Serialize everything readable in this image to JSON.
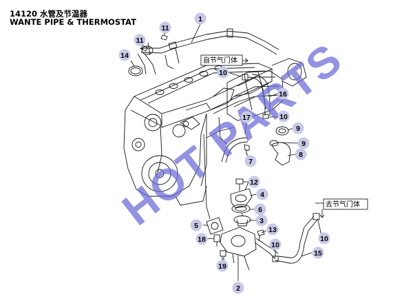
{
  "header": {
    "code_title": "14120 水管及节温器",
    "en_title": "WANTE PIPE & THERMOSTAT"
  },
  "labels": {
    "from_valve": "自节气门体",
    "to_valve": "去节气门体"
  },
  "watermark": "HOT PARTS",
  "callouts": {
    "c1": "1",
    "c2": "2",
    "c3": "3",
    "c4": "4",
    "c5": "5",
    "c6": "6",
    "c7": "7",
    "c8": "8",
    "c9a": "9",
    "c9b": "9",
    "c10a": "10",
    "c10b": "10",
    "c10c": "10",
    "c10d": "10",
    "c11a": "11",
    "c11b": "11",
    "c12": "12",
    "c13": "13",
    "c14": "14",
    "c15": "15",
    "c16": "16",
    "c17": "17",
    "c18": "18",
    "c19": "19"
  },
  "colors": {
    "callout_fill": "#c8c8e8",
    "watermark": "#6a6ad8"
  }
}
